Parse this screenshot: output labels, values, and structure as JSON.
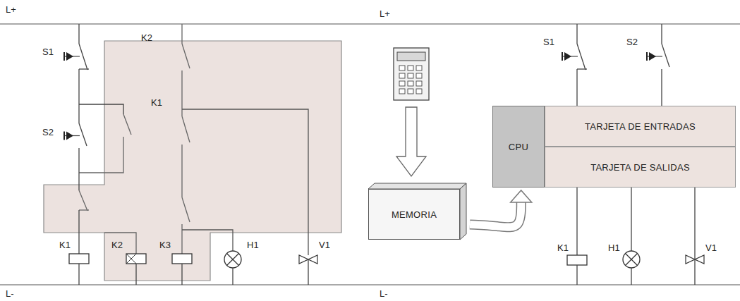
{
  "diagram": {
    "nodes": [
      {
        "text": [
          "CPU"
        ]
      },
      {
        "text": [
          "TARJETA DE ENTRADAS"
        ]
      },
      {
        "text": [
          "TARJETA DE SALIDAS"
        ]
      },
      {
        "text": [
          "MEMORIA"
        ]
      }
    ],
    "edges": [
      {
        "from": 3,
        "to": 0,
        "arrow": "to"
      }
    ],
    "labels": [
      "L+",
      "L+",
      "S1",
      "K2",
      "K1",
      "S2",
      "S1",
      "S2",
      "K1",
      "K2",
      "K3",
      "H1",
      "V1",
      "K1",
      "H1",
      "V1",
      "L-",
      "L-"
    ]
  }
}
